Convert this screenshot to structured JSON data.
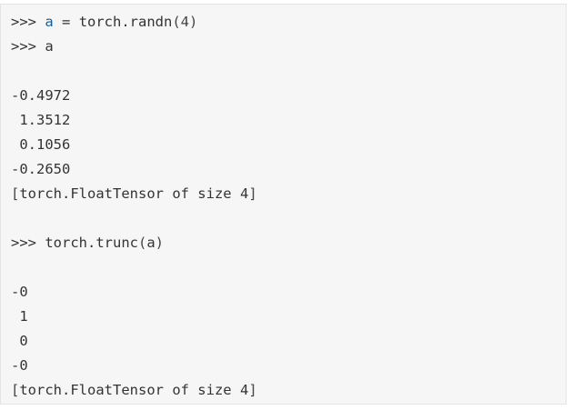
{
  "code_block": {
    "lines": [
      [
        {
          "text": ">>> ",
          "kind": "prompt"
        },
        {
          "text": "a",
          "kind": "blue"
        },
        {
          "text": " ",
          "kind": "plain"
        },
        {
          "text": "=",
          "kind": "plain"
        },
        {
          "text": " torch.randn",
          "kind": "plain"
        },
        {
          "text": "(4)",
          "kind": "punct"
        }
      ],
      [
        {
          "text": ">>> ",
          "kind": "prompt"
        },
        {
          "text": "a",
          "kind": "plain"
        }
      ],
      [],
      [
        {
          "text": "-0.4972",
          "kind": "plain"
        }
      ],
      [
        {
          "text": " 1.3512",
          "kind": "plain"
        }
      ],
      [
        {
          "text": " 0.1056",
          "kind": "plain"
        }
      ],
      [
        {
          "text": "-0.2650",
          "kind": "plain"
        }
      ],
      [
        {
          "text": "[",
          "kind": "punct"
        },
        {
          "text": "torch.FloatTensor of size 4",
          "kind": "plain"
        },
        {
          "text": "]",
          "kind": "punct"
        }
      ],
      [],
      [
        {
          "text": ">>> ",
          "kind": "prompt"
        },
        {
          "text": "torch.trunc",
          "kind": "plain"
        },
        {
          "text": "(",
          "kind": "punct"
        },
        {
          "text": "a",
          "kind": "plain"
        },
        {
          "text": ")",
          "kind": "punct"
        }
      ],
      [],
      [
        {
          "text": "-0",
          "kind": "plain"
        }
      ],
      [
        {
          "text": " 1",
          "kind": "plain"
        }
      ],
      [
        {
          "text": " 0",
          "kind": "plain"
        }
      ],
      [
        {
          "text": "-0",
          "kind": "plain"
        }
      ],
      [
        {
          "text": "[",
          "kind": "punct"
        },
        {
          "text": "torch.FloatTensor of size 4",
          "kind": "plain"
        },
        {
          "text": "]",
          "kind": "punct"
        }
      ]
    ]
  }
}
